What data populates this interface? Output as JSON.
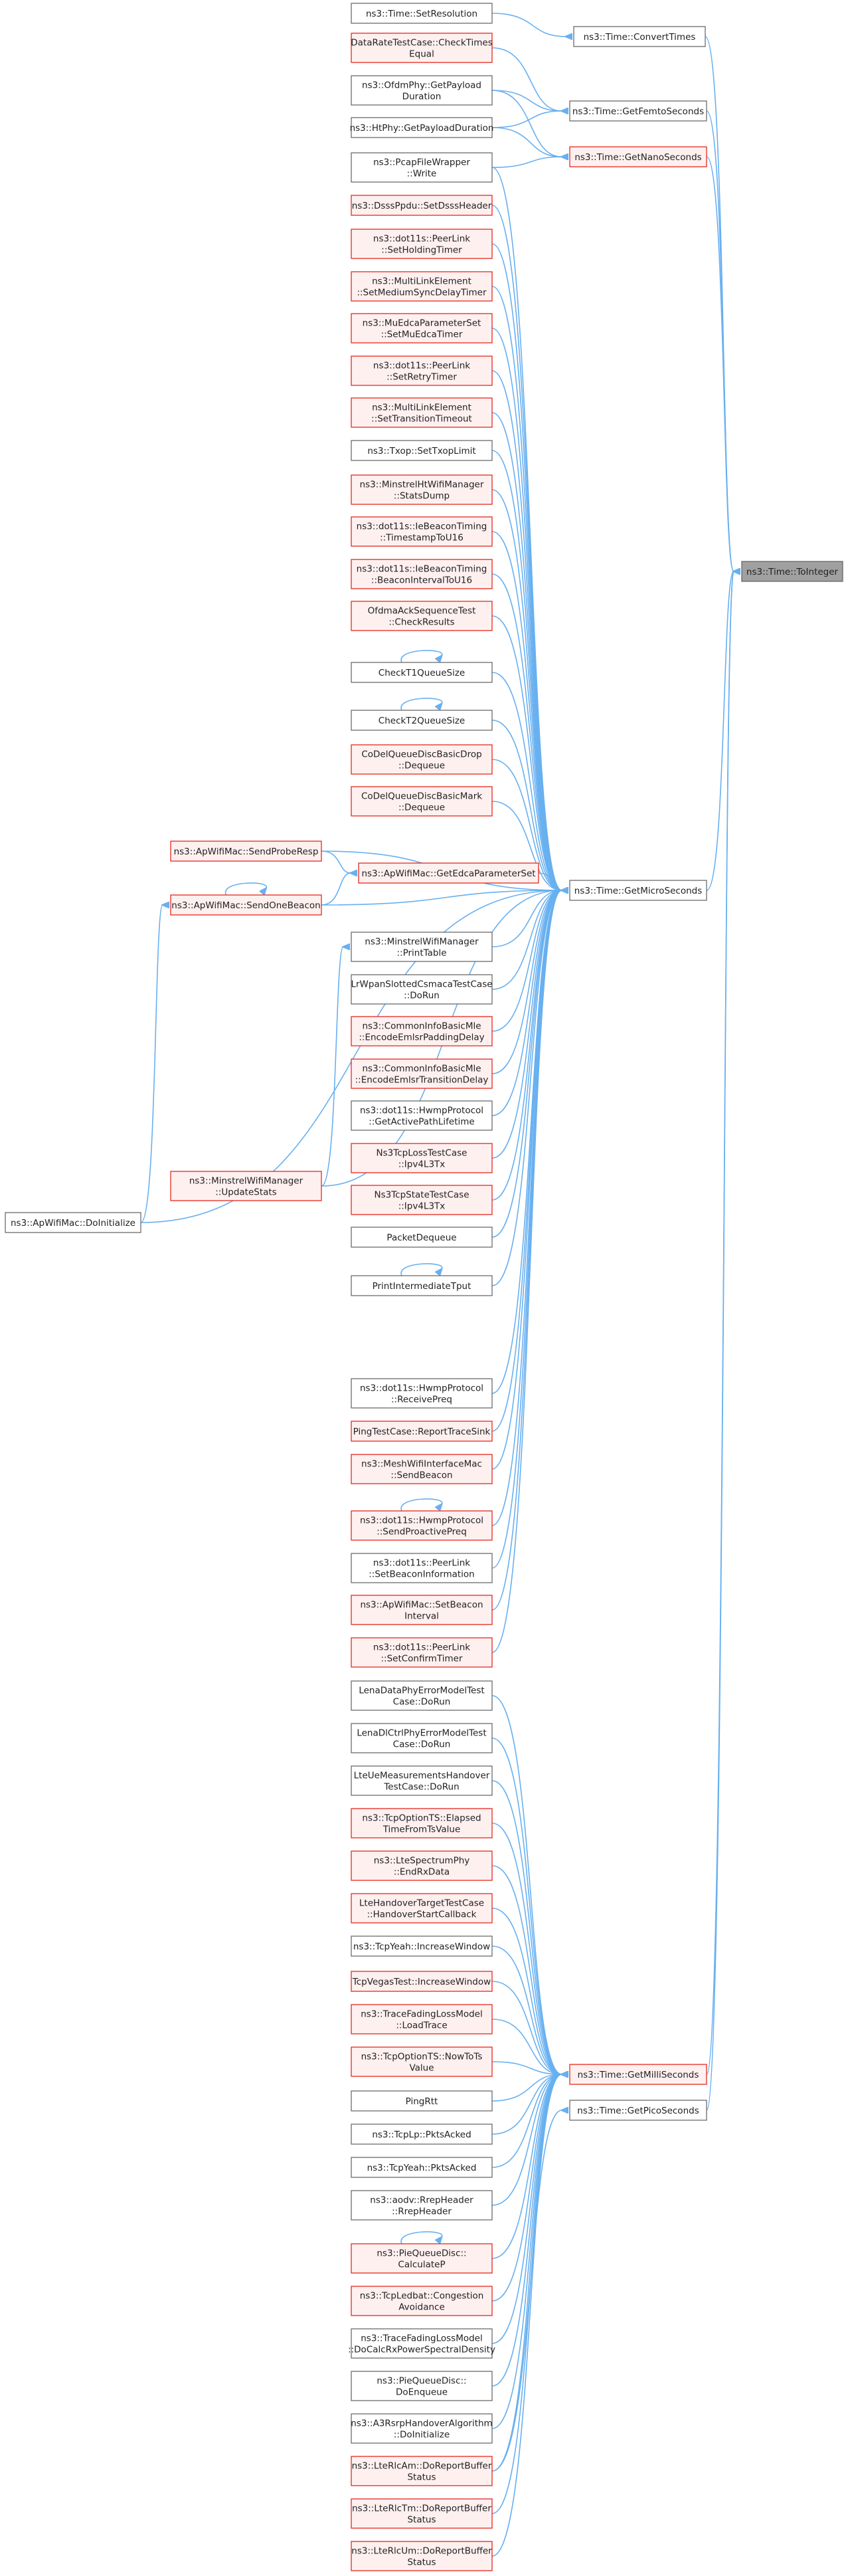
{
  "colors": {
    "edge": "#68b0f0",
    "red_border": "#e5281d",
    "black_border": "#6b6b6b",
    "target_fill": "#a0a0a0",
    "red_fill": "#fff0f0"
  },
  "nodes": {
    "toint": {
      "lines": [
        "ns3::Time::ToInteger"
      ],
      "style": "target"
    },
    "convert": {
      "lines": [
        "ns3::Time::ConvertTimes"
      ],
      "style": "black"
    },
    "femto": {
      "lines": [
        "ns3::Time::GetFemtoSeconds"
      ],
      "style": "black"
    },
    "nano": {
      "lines": [
        "ns3::Time::GetNanoSeconds"
      ],
      "style": "red"
    },
    "micro": {
      "lines": [
        "ns3::Time::GetMicroSeconds"
      ],
      "style": "black"
    },
    "milli": {
      "lines": [
        "ns3::Time::GetMilliSeconds"
      ],
      "style": "red"
    },
    "pico": {
      "lines": [
        "ns3::Time::GetPicoSeconds"
      ],
      "style": "black"
    },
    "setres": {
      "lines": [
        "ns3::Time::SetResolution"
      ],
      "style": "black"
    },
    "datarate": {
      "lines": [
        "DataRateTestCase::CheckTimes",
        "Equal"
      ],
      "style": "red"
    },
    "ofdm": {
      "lines": [
        "ns3::OfdmPhy::GetPayload",
        "Duration"
      ],
      "style": "black"
    },
    "htphy": {
      "lines": [
        "ns3::HtPhy::GetPayloadDuration"
      ],
      "style": "black"
    },
    "pcap": {
      "lines": [
        "ns3::PcapFileWrapper",
        "::Write"
      ],
      "style": "black"
    },
    "dsss": {
      "lines": [
        "ns3::DsssPpdu::SetDsssHeader"
      ],
      "style": "red"
    },
    "peerhold": {
      "lines": [
        "ns3::dot11s::PeerLink",
        "::SetHoldingTimer"
      ],
      "style": "red"
    },
    "mlemedium": {
      "lines": [
        "ns3::MultiLinkElement",
        "::SetMediumSyncDelayTimer"
      ],
      "style": "red"
    },
    "muedca": {
      "lines": [
        "ns3::MuEdcaParameterSet",
        "::SetMuEdcaTimer"
      ],
      "style": "red"
    },
    "peerretry": {
      "lines": [
        "ns3::dot11s::PeerLink",
        "::SetRetryTimer"
      ],
      "style": "red"
    },
    "mletrans": {
      "lines": [
        "ns3::MultiLinkElement",
        "::SetTransitionTimeout"
      ],
      "style": "red"
    },
    "txop": {
      "lines": [
        "ns3::Txop::SetTxopLimit"
      ],
      "style": "black"
    },
    "minstrelht": {
      "lines": [
        "ns3::MinstrelHtWifiManager",
        "::StatsDump"
      ],
      "style": "red"
    },
    "iebts": {
      "lines": [
        "ns3::dot11s::IeBeaconTiming",
        "::TimestampToU16"
      ],
      "style": "red"
    },
    "iebbi": {
      "lines": [
        "ns3::dot11s::IeBeaconTiming",
        "::BeaconIntervalToU16"
      ],
      "style": "red"
    },
    "ofdmack": {
      "lines": [
        "OfdmaAckSequenceTest",
        "::CheckResults"
      ],
      "style": "red"
    },
    "checkt1": {
      "lines": [
        "CheckT1QueueSize"
      ],
      "style": "black"
    },
    "checkt2": {
      "lines": [
        "CheckT2QueueSize"
      ],
      "style": "black"
    },
    "codeldrop": {
      "lines": [
        "CoDelQueueDiscBasicDrop",
        "::Dequeue"
      ],
      "style": "red"
    },
    "codelmark": {
      "lines": [
        "CoDelQueueDiscBasicMark",
        "::Dequeue"
      ],
      "style": "red"
    },
    "probe": {
      "lines": [
        "ns3::ApWifiMac::SendProbeResp"
      ],
      "style": "red"
    },
    "getedca": {
      "lines": [
        "ns3::ApWifiMac::GetEdcaParameterSet"
      ],
      "style": "red"
    },
    "sendbeacon": {
      "lines": [
        "ns3::ApWifiMac::SendOneBeacon"
      ],
      "style": "red"
    },
    "doinit": {
      "lines": [
        "ns3::ApWifiMac::DoInitialize"
      ],
      "style": "black"
    },
    "minstrelprint": {
      "lines": [
        "ns3::MinstrelWifiManager",
        "::PrintTable"
      ],
      "style": "black"
    },
    "minstrelupdate": {
      "lines": [
        "ns3::MinstrelWifiManager",
        "::UpdateStats"
      ],
      "style": "red"
    },
    "lrwpan": {
      "lines": [
        "LrWpanSlottedCsmacaTestCase",
        "::DoRun"
      ],
      "style": "black"
    },
    "commonpad": {
      "lines": [
        "ns3::CommonInfoBasicMle",
        "::EncodeEmlsrPaddingDelay"
      ],
      "style": "red"
    },
    "commontrans": {
      "lines": [
        "ns3::CommonInfoBasicMle",
        "::EncodeEmlsrTransitionDelay"
      ],
      "style": "red"
    },
    "hwmpactive": {
      "lines": [
        "ns3::dot11s::HwmpProtocol",
        "::GetActivePathLifetime"
      ],
      "style": "black"
    },
    "tcploss": {
      "lines": [
        "Ns3TcpLossTestCase",
        "::Ipv4L3Tx"
      ],
      "style": "red"
    },
    "tcpstate": {
      "lines": [
        "Ns3TcpStateTestCase",
        "::Ipv4L3Tx"
      ],
      "style": "red"
    },
    "pktdeq": {
      "lines": [
        "PacketDequeue"
      ],
      "style": "black"
    },
    "printtput": {
      "lines": [
        "PrintIntermediateTput"
      ],
      "style": "black"
    },
    "hwmppreq": {
      "lines": [
        "ns3::dot11s::HwmpProtocol",
        "::ReceivePreq"
      ],
      "style": "black"
    },
    "pingtrace": {
      "lines": [
        "PingTestCase::ReportTraceSink"
      ],
      "style": "red"
    },
    "meshbeacon": {
      "lines": [
        "ns3::MeshWifiInterfaceMac",
        "::SendBeacon"
      ],
      "style": "red"
    },
    "hwmpproactive": {
      "lines": [
        "ns3::dot11s::HwmpProtocol",
        "::SendProactivePreq"
      ],
      "style": "red"
    },
    "peerbeacon": {
      "lines": [
        "ns3::dot11s::PeerLink",
        "::SetBeaconInformation"
      ],
      "style": "black"
    },
    "apsetbeacon": {
      "lines": [
        "ns3::ApWifiMac::SetBeacon",
        "Interval"
      ],
      "style": "red"
    },
    "peerconfirm": {
      "lines": [
        "ns3::dot11s::PeerLink",
        "::SetConfirmTimer"
      ],
      "style": "red"
    },
    "lenadata": {
      "lines": [
        "LenaDataPhyErrorModelTest",
        "Case::DoRun"
      ],
      "style": "black"
    },
    "lenadlctrl": {
      "lines": [
        "LenaDlCtrlPhyErrorModelTest",
        "Case::DoRun"
      ],
      "style": "black"
    },
    "lteuemeas": {
      "lines": [
        "LteUeMeasurementsHandover",
        "TestCase::DoRun"
      ],
      "style": "black"
    },
    "tcpoptelapsed": {
      "lines": [
        "ns3::TcpOptionTS::Elapsed",
        "TimeFromTsValue"
      ],
      "style": "red"
    },
    "ltespectrum": {
      "lines": [
        "ns3::LteSpectrumPhy",
        "::EndRxData"
      ],
      "style": "red"
    },
    "ltehandover": {
      "lines": [
        "LteHandoverTargetTestCase",
        "::HandoverStartCallback"
      ],
      "style": "red"
    },
    "tcpyeahinc": {
      "lines": [
        "ns3::TcpYeah::IncreaseWindow"
      ],
      "style": "black"
    },
    "tcpvegas": {
      "lines": [
        "TcpVegasTest::IncreaseWindow"
      ],
      "style": "red"
    },
    "tracefading": {
      "lines": [
        "ns3::TraceFadingLossModel",
        "::LoadTrace"
      ],
      "style": "red"
    },
    "tcpoptnow": {
      "lines": [
        "ns3::TcpOptionTS::NowToTs",
        "Value"
      ],
      "style": "red"
    },
    "pingrtt": {
      "lines": [
        "PingRtt"
      ],
      "style": "black"
    },
    "tcplp": {
      "lines": [
        "ns3::TcpLp::PktsAcked"
      ],
      "style": "black"
    },
    "tcpyeahpkts": {
      "lines": [
        "ns3::TcpYeah::PktsAcked"
      ],
      "style": "black"
    },
    "aodv": {
      "lines": [
        "ns3::aodv::RrepHeader",
        "::RrepHeader"
      ],
      "style": "black"
    },
    "piecalc": {
      "lines": [
        "ns3::PieQueueDisc::",
        "CalculateP"
      ],
      "style": "red"
    },
    "tcpledbat": {
      "lines": [
        "ns3::TcpLedbat::Congestion",
        "Avoidance"
      ],
      "style": "red"
    },
    "tracefadingcalc": {
      "lines": [
        "ns3::TraceFadingLossModel",
        "::DoCalcRxPowerSpectralDensity"
      ],
      "style": "black"
    },
    "pieenq": {
      "lines": [
        "ns3::PieQueueDisc::",
        "DoEnqueue"
      ],
      "style": "black"
    },
    "a3rsrp": {
      "lines": [
        "ns3::A3RsrpHandoverAlgorithm",
        "::DoInitialize"
      ],
      "style": "black"
    },
    "ltermam": {
      "lines": [
        "ns3::LteRlcAm::DoReportBuffer",
        "Status"
      ],
      "style": "red"
    },
    "ltermtm": {
      "lines": [
        "ns3::LteRlcTm::DoReportBuffer",
        "Status"
      ],
      "style": "red"
    },
    "ltermum": {
      "lines": [
        "ns3::LteRlcUm::DoReportBuffer",
        "Status"
      ],
      "style": "red"
    }
  }
}
